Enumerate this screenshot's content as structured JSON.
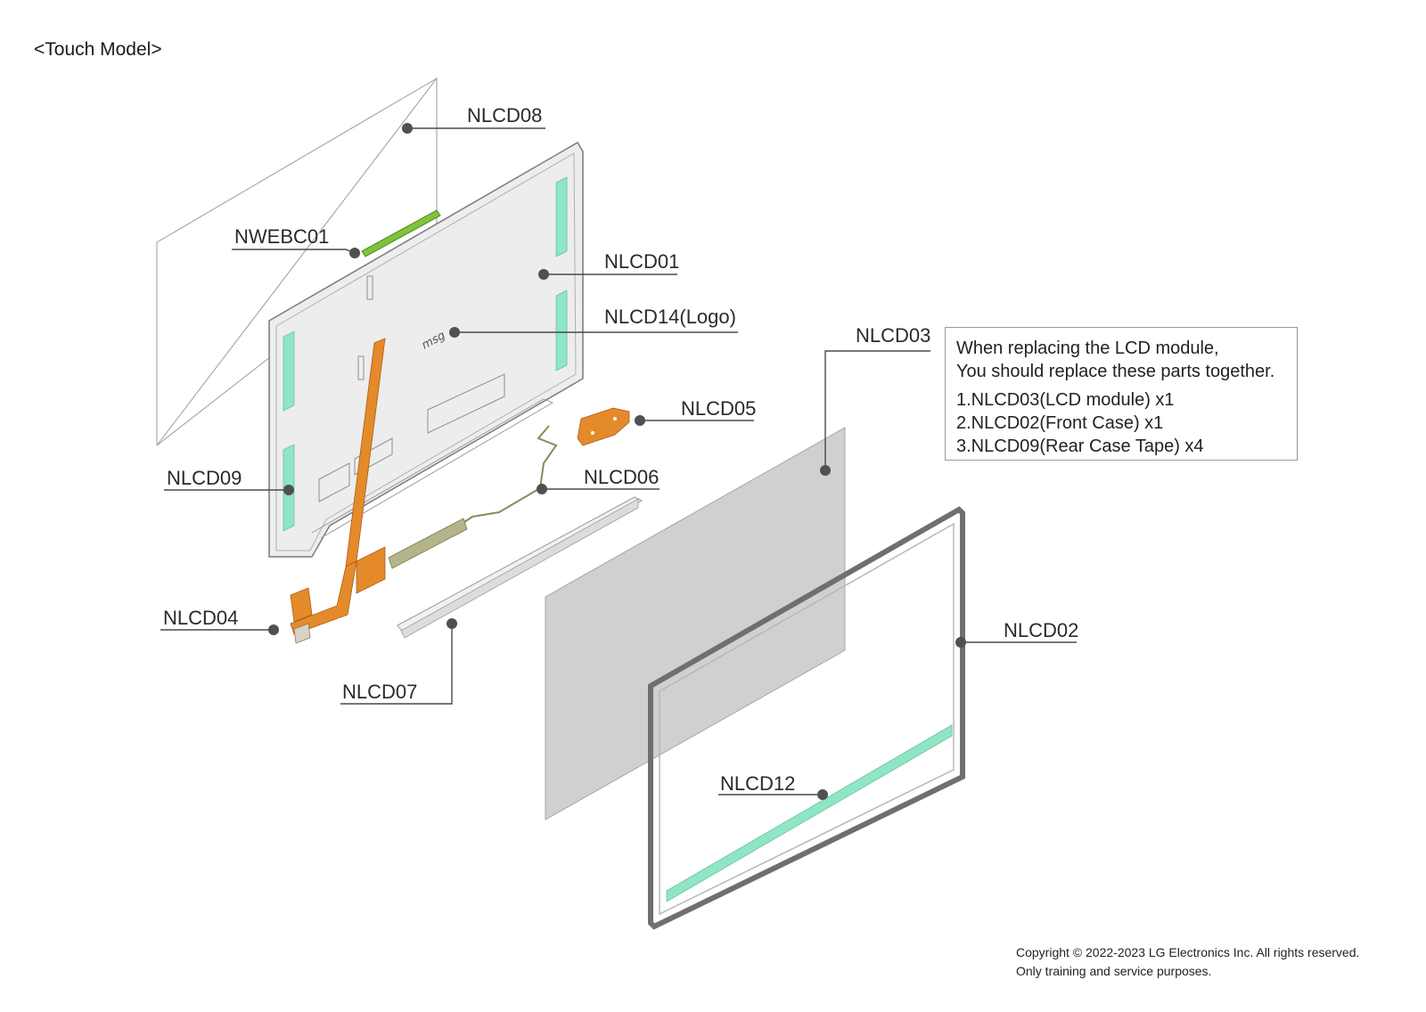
{
  "header": {
    "title": "<Touch Model>"
  },
  "labels": {
    "nlcd08": "NLCD08",
    "nwebc01": "NWEBC01",
    "nlcd01": "NLCD01",
    "nlcd14": "NLCD14(Logo)",
    "nlcd03": "NLCD03",
    "nlcd05": "NLCD05",
    "nlcd09": "NLCD09",
    "nlcd06": "NLCD06",
    "nlcd04": "NLCD04",
    "nlcd02": "NLCD02",
    "nlcd07": "NLCD07",
    "nlcd12": "NLCD12"
  },
  "note": {
    "line1": "When replacing the LCD module,",
    "line2": "You should replace these parts together.",
    "items": [
      "1.NLCD03(LCD module) x1",
      "2.NLCD02(Front Case) x1",
      "3.NLCD09(Rear Case Tape) x4"
    ]
  },
  "footer": {
    "copyright": "Copyright © 2022-2023 LG Electronics Inc. All rights reserved.",
    "purpose": "Only training and service purposes."
  },
  "colors": {
    "cover": "#ececec",
    "cover_outline": "#7a7a7a",
    "tape": "#8ee6c4",
    "flex_cable": "#e58a2a",
    "webcam_board": "#7ec43a",
    "lcd_panel": "#d0d0d0",
    "bezel": "#6f6f6f",
    "leader": "#4a4a4a",
    "dot": "#505050"
  }
}
